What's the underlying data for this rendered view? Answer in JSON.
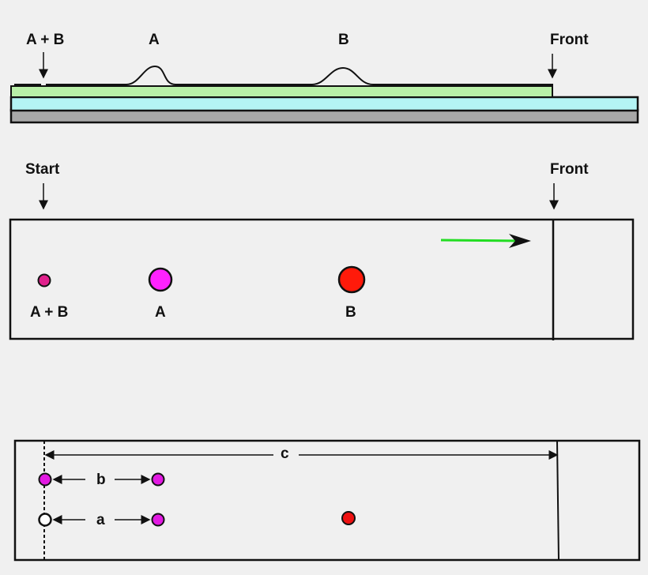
{
  "top_panel": {
    "label_ab": "A + B",
    "label_a": "A",
    "label_b": "B",
    "label_front": "Front",
    "colors": {
      "gel": "#b9f0a8",
      "plate": "#b4f4f4",
      "base": "#a8a8a8"
    }
  },
  "middle_panel": {
    "label_start": "Start",
    "label_front": "Front",
    "spot_labels": {
      "ab": "A + B",
      "a": "A",
      "b": "B"
    },
    "colors": {
      "spot_ab": "#e0208c",
      "spot_a": "#ff22ff",
      "spot_b": "#ff1a0a",
      "arrow": "#22dd22"
    }
  },
  "bottom_panel": {
    "label_c": "c",
    "label_b": "b",
    "label_a": "a",
    "colors": {
      "spot_magenta": "#e21ae2",
      "spot_red": "#ee1111"
    }
  }
}
